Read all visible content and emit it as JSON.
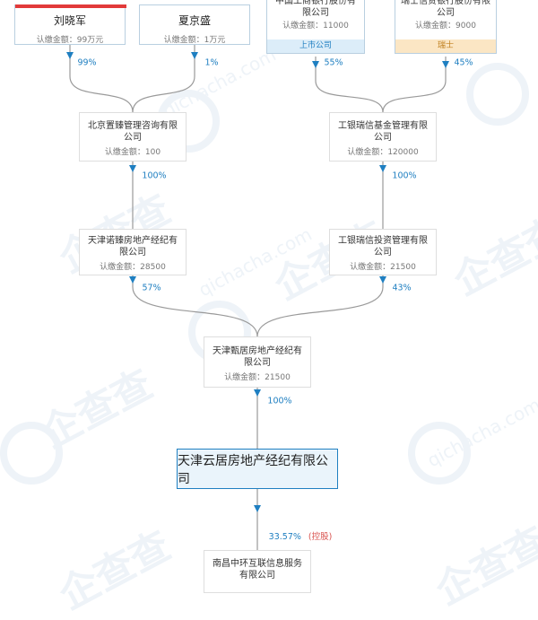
{
  "holders": [
    {
      "name": "刘晓军",
      "capital": "认缴金额：99万元",
      "pct": "99%"
    },
    {
      "name": "夏京盛",
      "capital": "认缴金额：1万元",
      "pct": "1%"
    },
    {
      "name": "中国工商银行股份有限公司",
      "capital": "认缴金额：11000",
      "tag": "上市公司",
      "pct": "55%"
    },
    {
      "name": "瑞士信贷银行股份有限公司",
      "capital": "认缴金额：9000",
      "tag": "瑞士",
      "pct": "45%"
    }
  ],
  "level2": [
    {
      "name": "北京置臻管理咨询有限公司",
      "capital": "认缴金额：100",
      "pct": "100%"
    },
    {
      "name": "工银瑞信基金管理有限公司",
      "capital": "认缴金额：120000",
      "pct": "100%"
    }
  ],
  "level3": [
    {
      "name": "天津诺臻房地产经纪有限公司",
      "capital": "认缴金额：28500",
      "pct": "57%"
    },
    {
      "name": "工银瑞信投资管理有限公司",
      "capital": "认缴金额：21500",
      "pct": "43%"
    }
  ],
  "level4": {
    "name": "天津甄居房地产经纪有限公司",
    "capital": "认缴金额：21500",
    "pct": "100%"
  },
  "target": {
    "name": "天津云居房地产经纪有限公司"
  },
  "subsidiary": {
    "name": "南昌中环互联信息服务有限公司",
    "pct": "33.57%",
    "control": "(控股)"
  },
  "watermark": {
    "brand": "企查查",
    "domain": "qichacha.com"
  }
}
